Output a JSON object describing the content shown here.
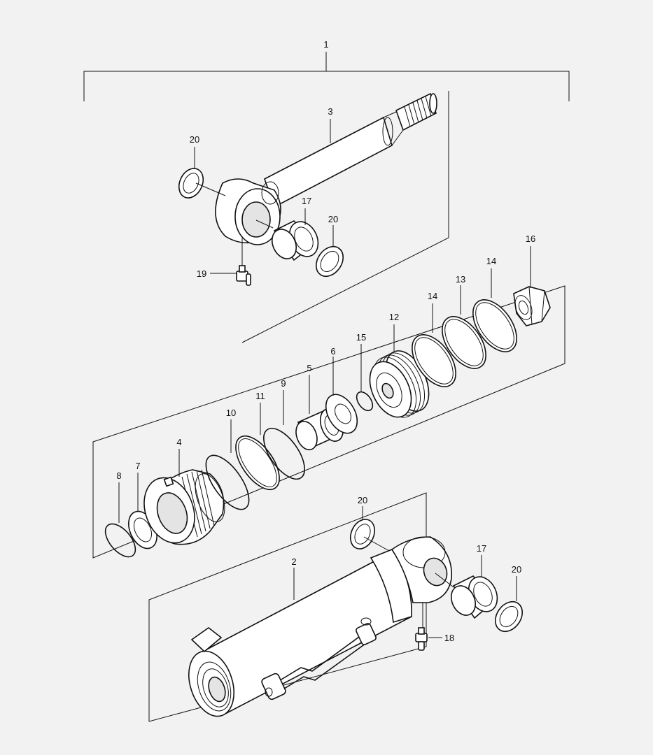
{
  "colors": {
    "background": "#f2f2f2",
    "line": "#111111",
    "part_fill": "#ffffff",
    "part_shade": "#e4e4e4"
  },
  "callouts": {
    "assembly": "1",
    "barrel": "2",
    "rod": "3",
    "gland": "4",
    "spacer": "5",
    "washer": "6",
    "wiper": "7",
    "snap_ring": "8",
    "seal_9": "9",
    "seal_10": "10",
    "seal_11": "11",
    "piston": "12",
    "piston_ring": "13",
    "backup_ring_upper": "14",
    "backup_ring_lower": "14",
    "oring_15": "15",
    "nut": "16",
    "bushing_rod": "17",
    "bushing_barrel": "17",
    "grease_fitting_barrel": "18",
    "grease_fitting_rod": "19",
    "seal_rod_left": "20",
    "seal_rod_right": "20",
    "seal_barrel_top": "20",
    "seal_barrel_right": "20"
  }
}
